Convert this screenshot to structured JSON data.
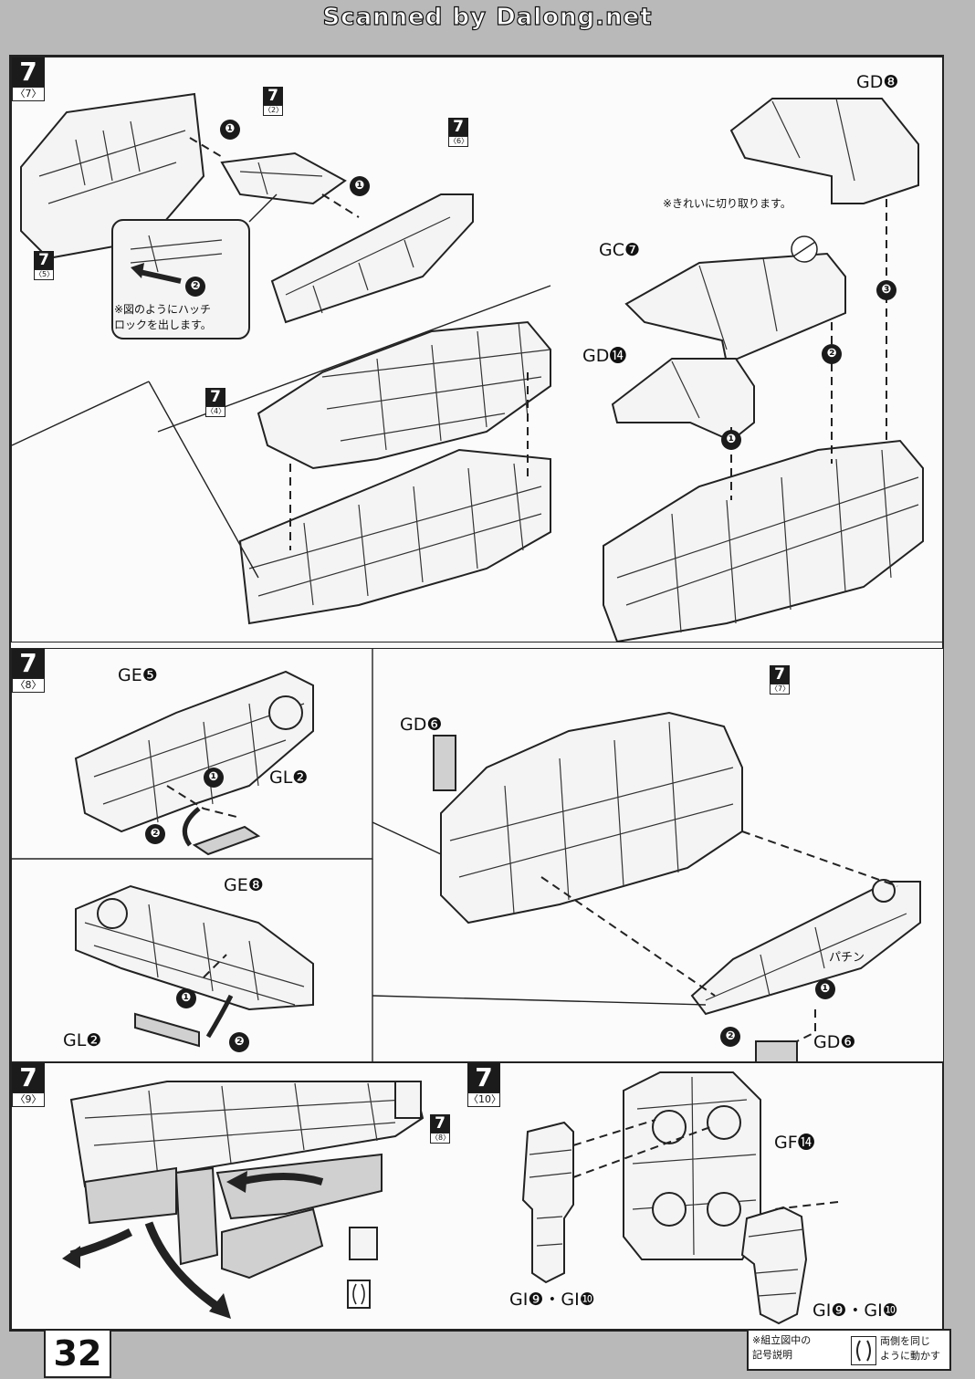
{
  "scanner_credit": "Scanned by Dalong.net",
  "page_number": "32",
  "panels": {
    "p7_7": {
      "step": "7",
      "sub": "〈7〉",
      "refs": [
        {
          "num": "7",
          "sub": "〈2〉"
        },
        {
          "num": "7",
          "sub": "〈6〉"
        },
        {
          "num": "7",
          "sub": "〈5〉"
        },
        {
          "num": "7",
          "sub": "〈4〉"
        }
      ],
      "note": [
        "※図のようにハッチ",
        "ロックを出します。"
      ]
    },
    "p7_7b": {
      "parts": {
        "gd8": "GD❽",
        "gc7": "GC❼",
        "gd14": "GD⓮"
      },
      "note": "※きれいに切り取ります。"
    },
    "p7_8": {
      "step": "7",
      "sub": "〈8〉",
      "parts": {
        "ge5": "GE❺",
        "gl2a": "GL❷",
        "ge8": "GE❽",
        "gl2b": "GL❷",
        "gd6a": "GD❻",
        "gd6b": "GD❻"
      },
      "ref": {
        "num": "7",
        "sub": "〈7〉"
      },
      "sound": "パチン"
    },
    "p7_9": {
      "step": "7",
      "sub": "〈9〉",
      "ref": {
        "num": "7",
        "sub": "〈8〉"
      }
    },
    "p7_10": {
      "step": "7",
      "sub": "〈10〉",
      "parts": {
        "gf14": "GF⓮",
        "gi_a": "GI❾・GI❿",
        "gi_b": "GI❾・GI❿"
      }
    }
  },
  "circled": {
    "c1": "❶",
    "c2": "❷",
    "c3": "❸"
  },
  "legend": {
    "title": [
      "※組立図中の",
      "記号説明"
    ],
    "desc": [
      "両側を同じ",
      "ように動かす"
    ]
  }
}
